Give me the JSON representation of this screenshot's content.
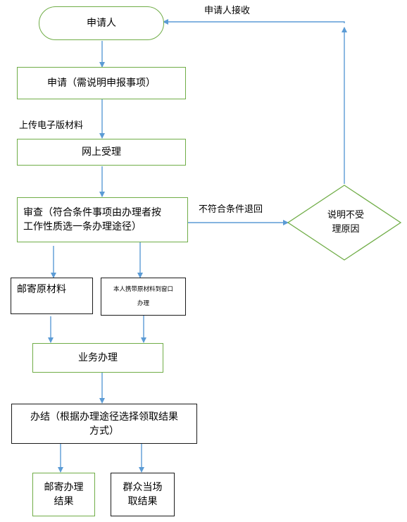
{
  "nodes": {
    "applicant": "申请人",
    "apply": "申请（需说明申报事项）",
    "online_accept": "网上受理",
    "review_line1": "审查（符合条件事项由办理者按",
    "review_line2": "工作性质选一条办理途径）",
    "mail_originals": "邮寄原材料",
    "bring_originals_line1": "本人携带原材料到窗口",
    "bring_originals_line2": "办理",
    "business": "业务办理",
    "finish_line1": "办结（根据办理途径选择领取结果",
    "finish_line2": "方式）",
    "mail_result_line1": "邮寄办理",
    "mail_result_line2": "结果",
    "onsite_result_line1": "群众当场",
    "onsite_result_line2": "取结果",
    "reject_line1": "说明不受",
    "reject_line2": "理原因"
  },
  "edge_labels": {
    "receive": "申请人接收",
    "upload": "上传电子版材料",
    "reject": "不符合条件退回"
  },
  "colors": {
    "connector": "#5b9bd5",
    "green_border": "#70ad47",
    "black_border": "#1a1a1a"
  }
}
